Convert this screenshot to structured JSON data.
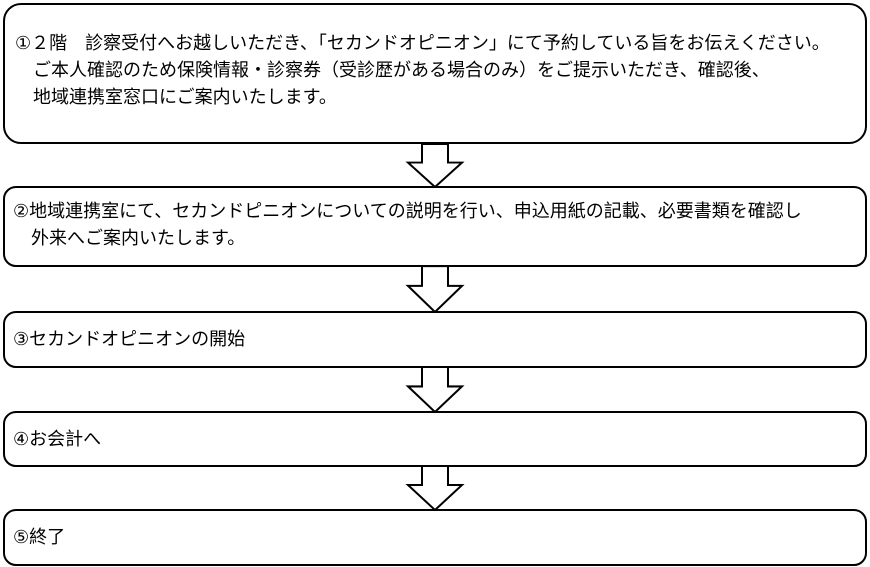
{
  "flowchart": {
    "steps": [
      {
        "number": "①",
        "lines": [
          "①２階　診察受付へお越しいただき、「セカンドオピニオン」にて予約している旨をお伝えください。",
          "ご本人確認のため保険情報・診察券（受診歴がある場合のみ）をご提示いただき、確認後、",
          "地域連携室窓口にご案内いたします。"
        ]
      },
      {
        "number": "②",
        "lines": [
          "②地域連携室にて、セカンドピニオンについての説明を行い、申込用紙の記載、必要書類を確認し",
          "外来へご案内いたします。"
        ]
      },
      {
        "number": "③",
        "lines": [
          "③セカンドオピニオンの開始"
        ]
      },
      {
        "number": "④",
        "lines": [
          "④お会計へ"
        ]
      },
      {
        "number": "⑤",
        "lines": [
          "⑤終了"
        ]
      }
    ],
    "colors": {
      "border": "#000000",
      "background": "#ffffff",
      "text": "#000000"
    }
  }
}
